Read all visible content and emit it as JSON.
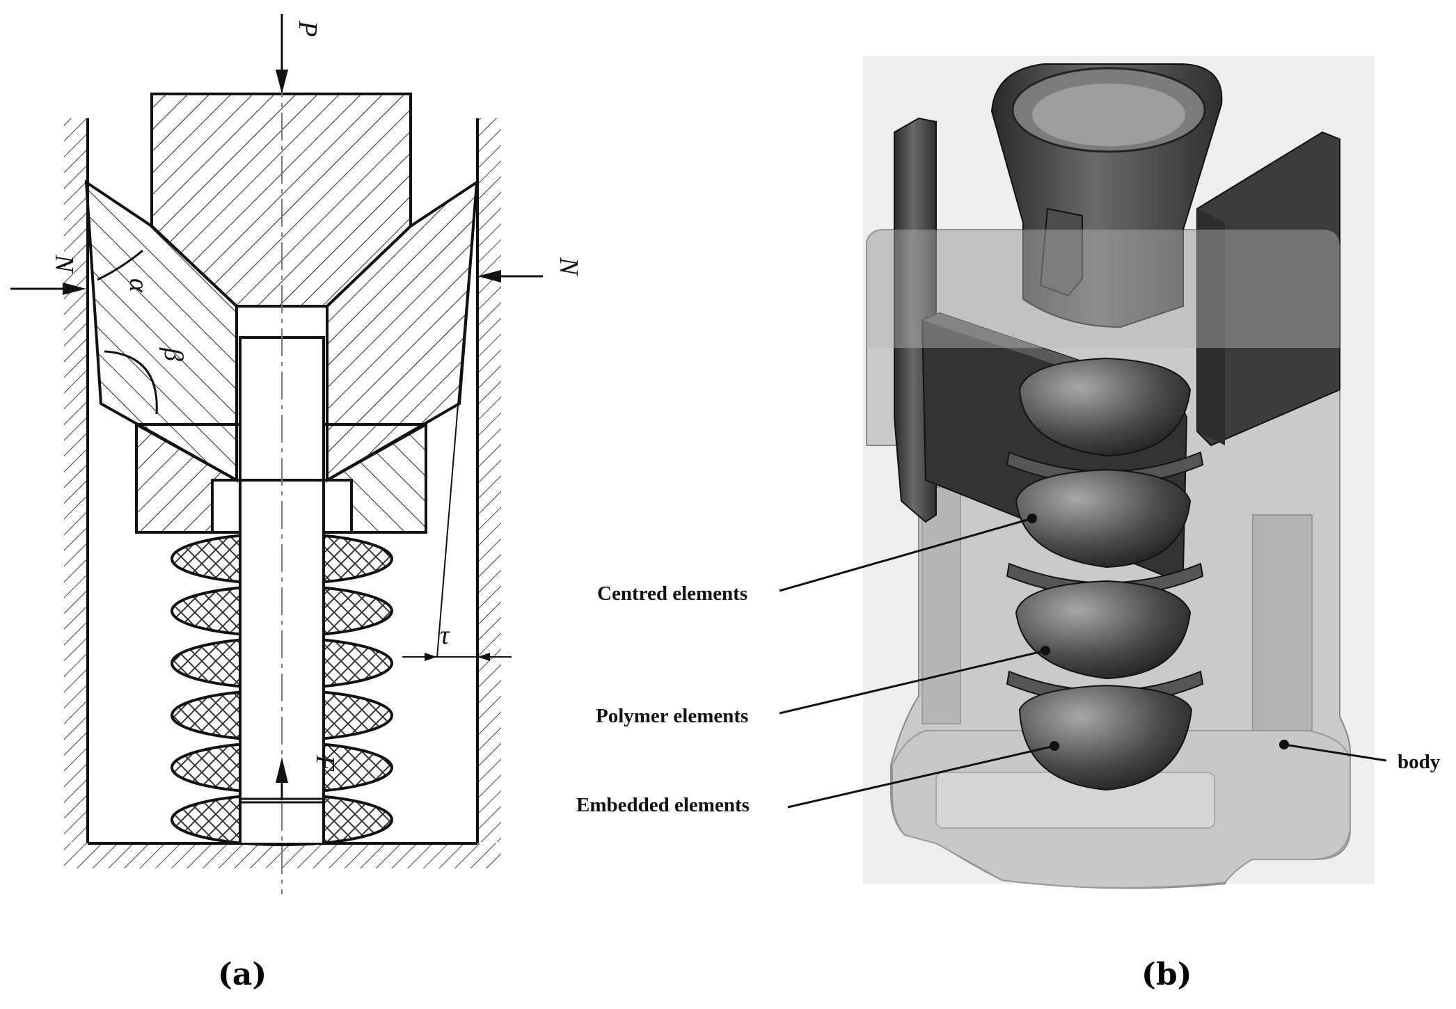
{
  "panel_a": {
    "caption": "(a)",
    "symbols": {
      "load_p": "P",
      "normal_left": "N",
      "normal_right": "N",
      "angle_alpha": "α",
      "angle_beta": "β",
      "gap_tau": "τ",
      "force_f": "F"
    }
  },
  "panel_b": {
    "caption": "(b)",
    "labels": {
      "centred": "Centred elements",
      "polymer": "Polymer elements",
      "embedded": "Embedded elements",
      "body": "body"
    }
  }
}
